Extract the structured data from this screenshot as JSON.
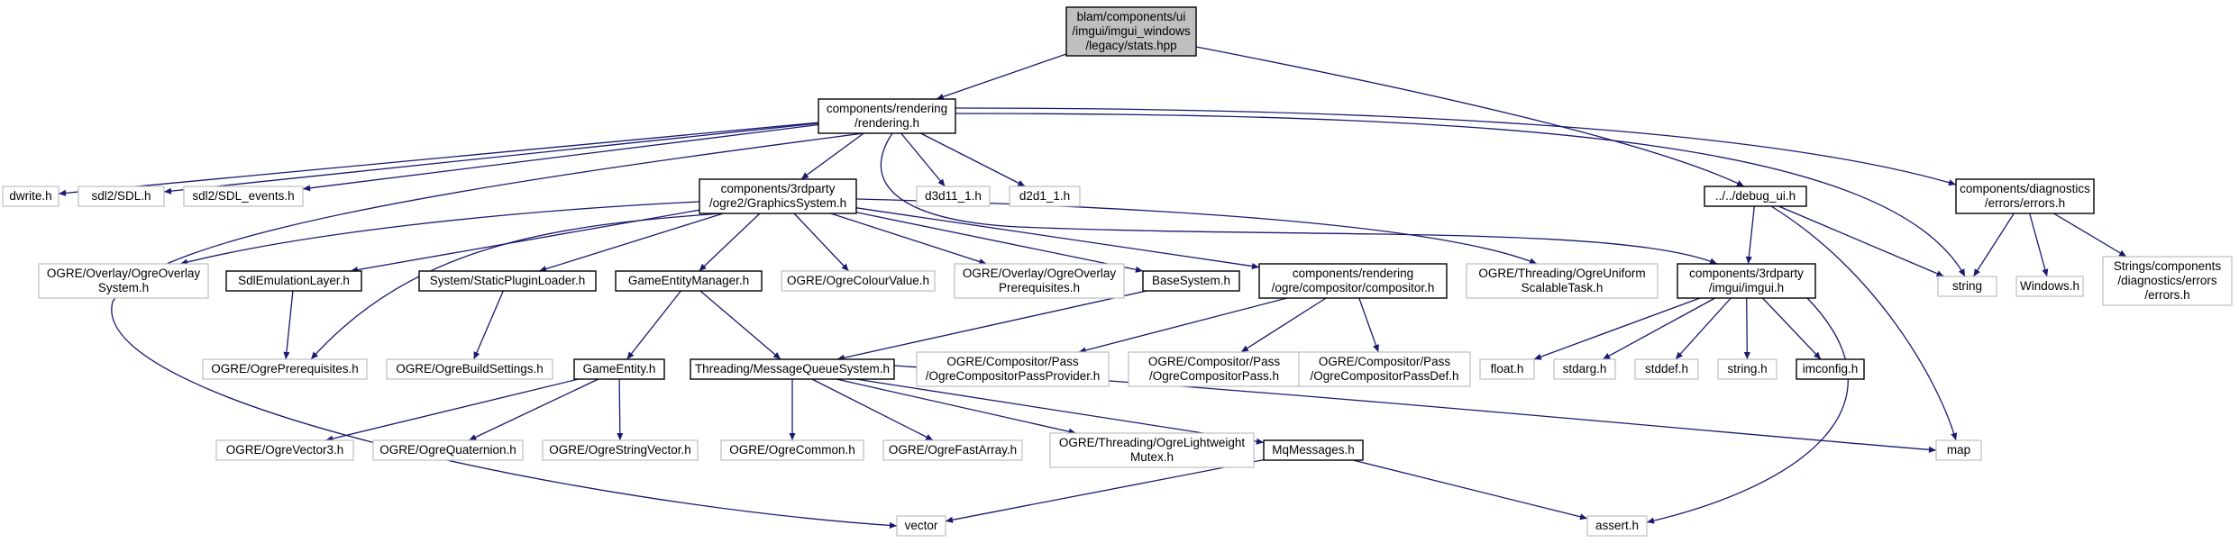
{
  "diagram": {
    "colors": {
      "edge": "#191970",
      "root_fill": "#bfbfbf",
      "node_border": "#000000",
      "external_border": "#bfbfbf",
      "background": "#ffffff"
    },
    "nodes": [
      {
        "id": "root",
        "lines": [
          "blam/components/ui",
          "/imgui/imgui_windows",
          "/legacy/stats.hpp"
        ],
        "kind": "root"
      },
      {
        "id": "rendering",
        "lines": [
          "components/rendering",
          "/rendering.h"
        ],
        "kind": "documented"
      },
      {
        "id": "debug_ui",
        "lines": [
          "../../debug_ui.h"
        ],
        "kind": "documented"
      },
      {
        "id": "dwrite",
        "lines": [
          "dwrite.h"
        ],
        "kind": "external"
      },
      {
        "id": "sdl",
        "lines": [
          "sdl2/SDL.h"
        ],
        "kind": "external"
      },
      {
        "id": "sdl_events",
        "lines": [
          "sdl2/SDL_events.h"
        ],
        "kind": "external"
      },
      {
        "id": "graphics_system",
        "lines": [
          "components/3rdparty",
          "/ogre2/GraphicsSystem.h"
        ],
        "kind": "documented"
      },
      {
        "id": "d3d11",
        "lines": [
          "d3d11_1.h"
        ],
        "kind": "external"
      },
      {
        "id": "d2d1",
        "lines": [
          "d2d1_1.h"
        ],
        "kind": "external"
      },
      {
        "id": "errors",
        "lines": [
          "components/diagnostics",
          "/errors/errors.h"
        ],
        "kind": "documented"
      },
      {
        "id": "overlay_system",
        "lines": [
          "OGRE/Overlay/OgreOverlay",
          "System.h"
        ],
        "kind": "external"
      },
      {
        "id": "sdl_emulation",
        "lines": [
          "SdlEmulationLayer.h"
        ],
        "kind": "documented"
      },
      {
        "id": "static_plugin",
        "lines": [
          "System/StaticPluginLoader.h"
        ],
        "kind": "documented"
      },
      {
        "id": "entity_manager",
        "lines": [
          "GameEntityManager.h"
        ],
        "kind": "documented"
      },
      {
        "id": "colour_value",
        "lines": [
          "OGRE/OgreColourValue.h"
        ],
        "kind": "external"
      },
      {
        "id": "overlay_prereq",
        "lines": [
          "OGRE/Overlay/OgreOverlay",
          "Prerequisites.h"
        ],
        "kind": "external"
      },
      {
        "id": "base_system",
        "lines": [
          "BaseSystem.h"
        ],
        "kind": "documented"
      },
      {
        "id": "compositor",
        "lines": [
          "components/rendering",
          "/ogre/compositor/compositor.h"
        ],
        "kind": "documented"
      },
      {
        "id": "uniform_task",
        "lines": [
          "OGRE/Threading/OgreUniform",
          "ScalableTask.h"
        ],
        "kind": "external"
      },
      {
        "id": "imgui",
        "lines": [
          "components/3rdparty",
          "/imgui/imgui.h"
        ],
        "kind": "documented"
      },
      {
        "id": "string",
        "lines": [
          "string"
        ],
        "kind": "external"
      },
      {
        "id": "windows",
        "lines": [
          "Windows.h"
        ],
        "kind": "external"
      },
      {
        "id": "strings_errors",
        "lines": [
          "Strings/components",
          "/diagnostics/errors",
          "/errors.h"
        ],
        "kind": "external"
      },
      {
        "id": "ogre_prereq",
        "lines": [
          "OGRE/OgrePrerequisites.h"
        ],
        "kind": "external"
      },
      {
        "id": "build_settings",
        "lines": [
          "OGRE/OgreBuildSettings.h"
        ],
        "kind": "external"
      },
      {
        "id": "game_entity",
        "lines": [
          "GameEntity.h"
        ],
        "kind": "documented"
      },
      {
        "id": "mq_system",
        "lines": [
          "Threading/MessageQueueSystem.h"
        ],
        "kind": "documented"
      },
      {
        "id": "pass_provider",
        "lines": [
          "OGRE/Compositor/Pass",
          "/OgreCompositorPassProvider.h"
        ],
        "kind": "external"
      },
      {
        "id": "pass",
        "lines": [
          "OGRE/Compositor/Pass",
          "/OgreCompositorPass.h"
        ],
        "kind": "external"
      },
      {
        "id": "pass_def",
        "lines": [
          "OGRE/Compositor/Pass",
          "/OgreCompositorPassDef.h"
        ],
        "kind": "external"
      },
      {
        "id": "float",
        "lines": [
          "float.h"
        ],
        "kind": "external"
      },
      {
        "id": "stdarg",
        "lines": [
          "stdarg.h"
        ],
        "kind": "external"
      },
      {
        "id": "stddef",
        "lines": [
          "stddef.h"
        ],
        "kind": "external"
      },
      {
        "id": "string_h",
        "lines": [
          "string.h"
        ],
        "kind": "external"
      },
      {
        "id": "imconfig",
        "lines": [
          "imconfig.h"
        ],
        "kind": "documented"
      },
      {
        "id": "vector3",
        "lines": [
          "OGRE/OgreVector3.h"
        ],
        "kind": "external"
      },
      {
        "id": "quaternion",
        "lines": [
          "OGRE/OgreQuaternion.h"
        ],
        "kind": "external"
      },
      {
        "id": "string_vector",
        "lines": [
          "OGRE/OgreStringVector.h"
        ],
        "kind": "external"
      },
      {
        "id": "ogre_common",
        "lines": [
          "OGRE/OgreCommon.h"
        ],
        "kind": "external"
      },
      {
        "id": "fast_array",
        "lines": [
          "OGRE/OgreFastArray.h"
        ],
        "kind": "external"
      },
      {
        "id": "lightweight_mutex",
        "lines": [
          "OGRE/Threading/OgreLightweight",
          "Mutex.h"
        ],
        "kind": "external"
      },
      {
        "id": "mq_messages",
        "lines": [
          "MqMessages.h"
        ],
        "kind": "documented"
      },
      {
        "id": "map",
        "lines": [
          "map"
        ],
        "kind": "external"
      },
      {
        "id": "vector",
        "lines": [
          "vector"
        ],
        "kind": "external"
      },
      {
        "id": "assert",
        "lines": [
          "assert.h"
        ],
        "kind": "external"
      }
    ],
    "edges": [
      [
        "root",
        "rendering"
      ],
      [
        "root",
        "debug_ui"
      ],
      [
        "rendering",
        "dwrite"
      ],
      [
        "rendering",
        "sdl"
      ],
      [
        "rendering",
        "sdl_events"
      ],
      [
        "rendering",
        "graphics_system"
      ],
      [
        "rendering",
        "d3d11"
      ],
      [
        "rendering",
        "d2d1"
      ],
      [
        "rendering",
        "errors"
      ],
      [
        "rendering",
        "string"
      ],
      [
        "rendering",
        "vector"
      ],
      [
        "rendering",
        "imgui"
      ],
      [
        "debug_ui",
        "imgui"
      ],
      [
        "debug_ui",
        "string"
      ],
      [
        "debug_ui",
        "map"
      ],
      [
        "errors",
        "string"
      ],
      [
        "errors",
        "windows"
      ],
      [
        "errors",
        "strings_errors"
      ],
      [
        "graphics_system",
        "overlay_system"
      ],
      [
        "graphics_system",
        "sdl_emulation"
      ],
      [
        "graphics_system",
        "static_plugin"
      ],
      [
        "graphics_system",
        "entity_manager"
      ],
      [
        "graphics_system",
        "colour_value"
      ],
      [
        "graphics_system",
        "overlay_prereq"
      ],
      [
        "graphics_system",
        "base_system"
      ],
      [
        "graphics_system",
        "compositor"
      ],
      [
        "graphics_system",
        "uniform_task"
      ],
      [
        "graphics_system",
        "ogre_prereq"
      ],
      [
        "sdl_emulation",
        "ogre_prereq"
      ],
      [
        "static_plugin",
        "build_settings"
      ],
      [
        "entity_manager",
        "game_entity"
      ],
      [
        "entity_manager",
        "mq_system"
      ],
      [
        "base_system",
        "mq_system"
      ],
      [
        "compositor",
        "pass_provider"
      ],
      [
        "compositor",
        "pass"
      ],
      [
        "compositor",
        "pass_def"
      ],
      [
        "imgui",
        "float"
      ],
      [
        "imgui",
        "stdarg"
      ],
      [
        "imgui",
        "stddef"
      ],
      [
        "imgui",
        "string_h"
      ],
      [
        "imgui",
        "imconfig"
      ],
      [
        "imgui",
        "assert"
      ],
      [
        "game_entity",
        "vector3"
      ],
      [
        "game_entity",
        "quaternion"
      ],
      [
        "game_entity",
        "string_vector"
      ],
      [
        "mq_system",
        "ogre_common"
      ],
      [
        "mq_system",
        "fast_array"
      ],
      [
        "mq_system",
        "lightweight_mutex"
      ],
      [
        "mq_system",
        "mq_messages"
      ],
      [
        "mq_system",
        "map"
      ],
      [
        "mq_messages",
        "vector"
      ],
      [
        "mq_messages",
        "assert"
      ]
    ]
  }
}
